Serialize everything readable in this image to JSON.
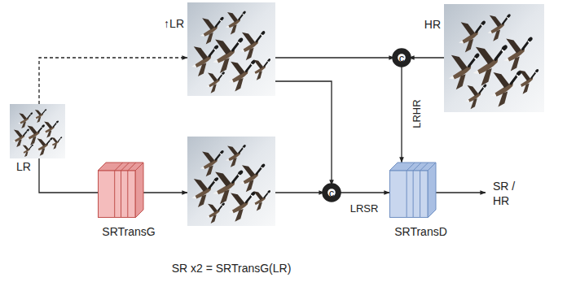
{
  "diagram": {
    "nodes": [
      {
        "text": [
          "LR"
        ]
      },
      {
        "text": [
          "SRTransG"
        ]
      },
      {
        "text": [
          "↑LR"
        ]
      },
      {
        "text": [
          "SR x2 = SRTransG(LR)"
        ]
      },
      {
        "text": [
          "HR"
        ]
      },
      {
        "text": [
          "c"
        ]
      },
      {
        "text": [
          "c"
        ]
      },
      {
        "text": [
          "SRTransD"
        ]
      }
    ],
    "edges": [
      {
        "from": 0,
        "to": 2,
        "arrow": "to"
      },
      {
        "from": 0,
        "to": 1,
        "arrow": "none"
      },
      {
        "from": 1,
        "to": 3,
        "arrow": "to"
      },
      {
        "from": 2,
        "to": 5,
        "arrow": "to"
      },
      {
        "from": 4,
        "to": 5,
        "arrow": "to"
      },
      {
        "from": 2,
        "to": 6,
        "arrow": "to"
      },
      {
        "from": 3,
        "to": 6,
        "arrow": "to"
      },
      {
        "from": 5,
        "to": 7,
        "label": "LRHR",
        "arrow": "to"
      },
      {
        "from": 6,
        "to": 7,
        "label": "LRSR",
        "arrow": "to"
      }
    ],
    "labels": [
      "SR / HR"
    ]
  }
}
